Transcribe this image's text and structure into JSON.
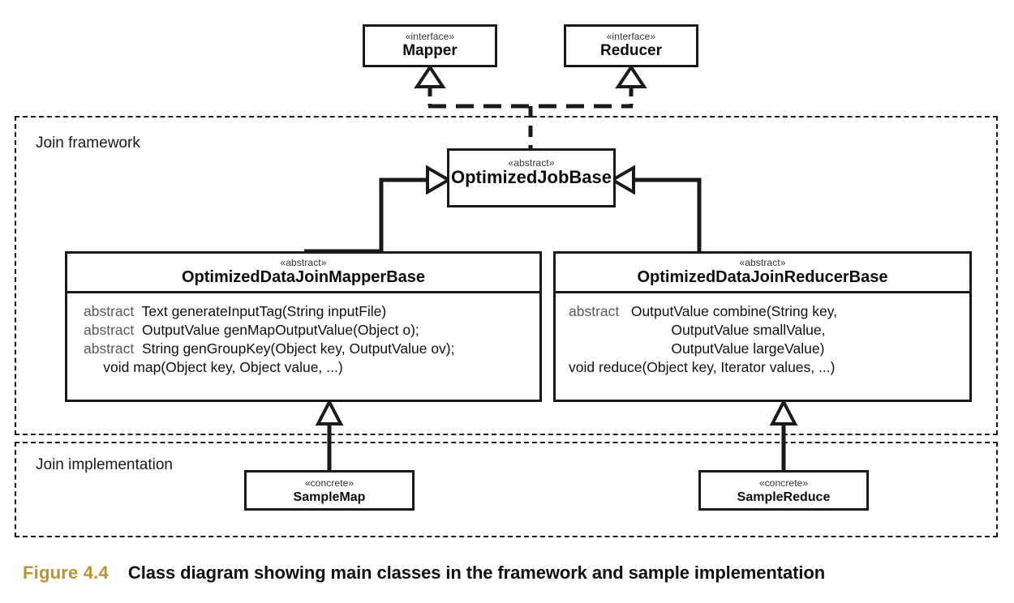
{
  "figure": {
    "number_label": "Figure 4.4",
    "caption_text": "Class diagram showing main classes in the framework and sample implementation",
    "accent_color": "#b8952e"
  },
  "frames": [
    {
      "label": "Join framework"
    },
    {
      "label": "Join implementation"
    }
  ],
  "interfaces": [
    {
      "stereotype": "«interface»",
      "name": "Mapper"
    },
    {
      "stereotype": "«interface»",
      "name": "Reducer"
    }
  ],
  "job_base": {
    "stereotype": "«abstract»",
    "name": "OptimizedJobBase"
  },
  "mapper_base": {
    "stereotype": "«abstract»",
    "name": "OptimizedDataJoinMapperBase",
    "members": [
      {
        "keyword": "abstract",
        "signature": "  Text generateInputTag(String inputFile)"
      },
      {
        "keyword": "abstract",
        "signature": "  OutputValue genMapOutputValue(Object o);"
      },
      {
        "keyword": "abstract",
        "signature": "  String genGroupKey(Object key, OutputValue ov);"
      },
      {
        "keyword": "",
        "signature": "     void map(Object key, Object value, ...)"
      }
    ]
  },
  "reducer_base": {
    "stereotype": "«abstract»",
    "name": "OptimizedDataJoinReducerBase",
    "members": [
      {
        "keyword": "abstract",
        "signature": "   OutputValue combine(String key,"
      },
      {
        "keyword": "",
        "signature": "                          OutputValue smallValue,"
      },
      {
        "keyword": "",
        "signature": "                          OutputValue largeValue)"
      },
      {
        "keyword": "",
        "signature": "void reduce(Object key, Iterator values, ...)"
      }
    ]
  },
  "concrete_classes": [
    {
      "stereotype": "«concrete»",
      "name": "SampleMap"
    },
    {
      "stereotype": "«concrete»",
      "name": "SampleReduce"
    }
  ]
}
